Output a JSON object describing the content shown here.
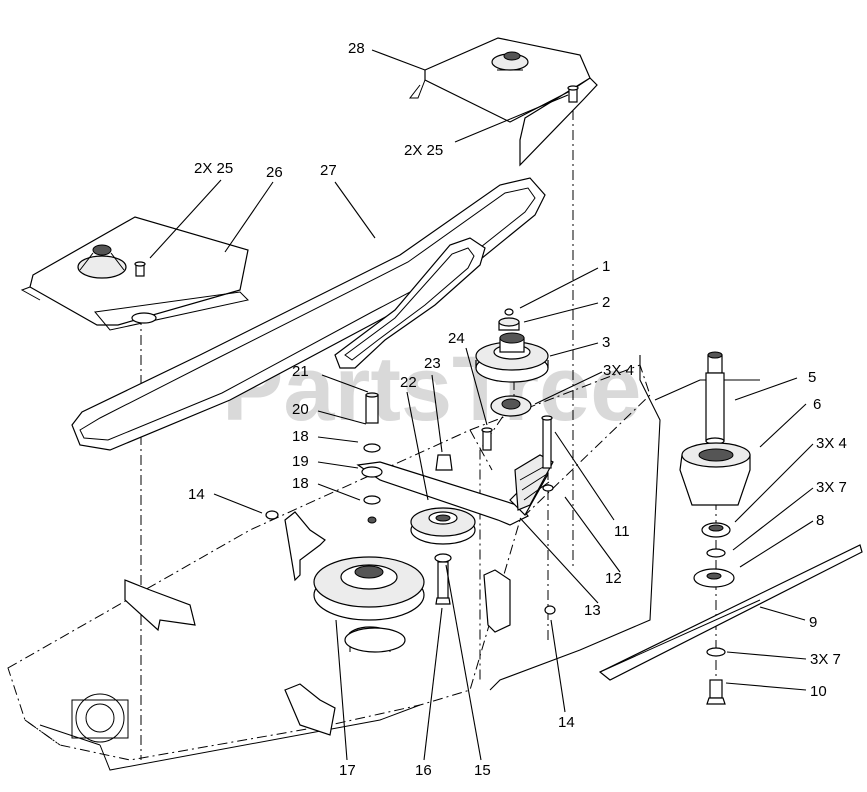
{
  "watermark": "PartsTree",
  "callouts": [
    {
      "id": "c28",
      "text": "28"
    },
    {
      "id": "c2x25a",
      "text": "2X 25"
    },
    {
      "id": "c2x25b",
      "text": "2X 25"
    },
    {
      "id": "c26",
      "text": "26"
    },
    {
      "id": "c27",
      "text": "27"
    },
    {
      "id": "c1",
      "text": "1"
    },
    {
      "id": "c2",
      "text": "2"
    },
    {
      "id": "c3",
      "text": "3"
    },
    {
      "id": "c3x4a",
      "text": "3X 4"
    },
    {
      "id": "c24",
      "text": "24"
    },
    {
      "id": "c23",
      "text": "23"
    },
    {
      "id": "c21",
      "text": "21"
    },
    {
      "id": "c22",
      "text": "22"
    },
    {
      "id": "c20",
      "text": "20"
    },
    {
      "id": "c18a",
      "text": "18"
    },
    {
      "id": "c19",
      "text": "19"
    },
    {
      "id": "c18b",
      "text": "18"
    },
    {
      "id": "c14a",
      "text": "14"
    },
    {
      "id": "c5",
      "text": "5"
    },
    {
      "id": "c6",
      "text": "6"
    },
    {
      "id": "c3x4b",
      "text": "3X 4"
    },
    {
      "id": "c3x7a",
      "text": "3X 7"
    },
    {
      "id": "c8",
      "text": "8"
    },
    {
      "id": "c11",
      "text": "11"
    },
    {
      "id": "c12",
      "text": "12"
    },
    {
      "id": "c13",
      "text": "13"
    },
    {
      "id": "c9",
      "text": "9"
    },
    {
      "id": "c3x7b",
      "text": "3X 7"
    },
    {
      "id": "c10",
      "text": "10"
    },
    {
      "id": "c14b",
      "text": "14"
    },
    {
      "id": "c17",
      "text": "17"
    },
    {
      "id": "c16",
      "text": "16"
    },
    {
      "id": "c15",
      "text": "15"
    }
  ]
}
